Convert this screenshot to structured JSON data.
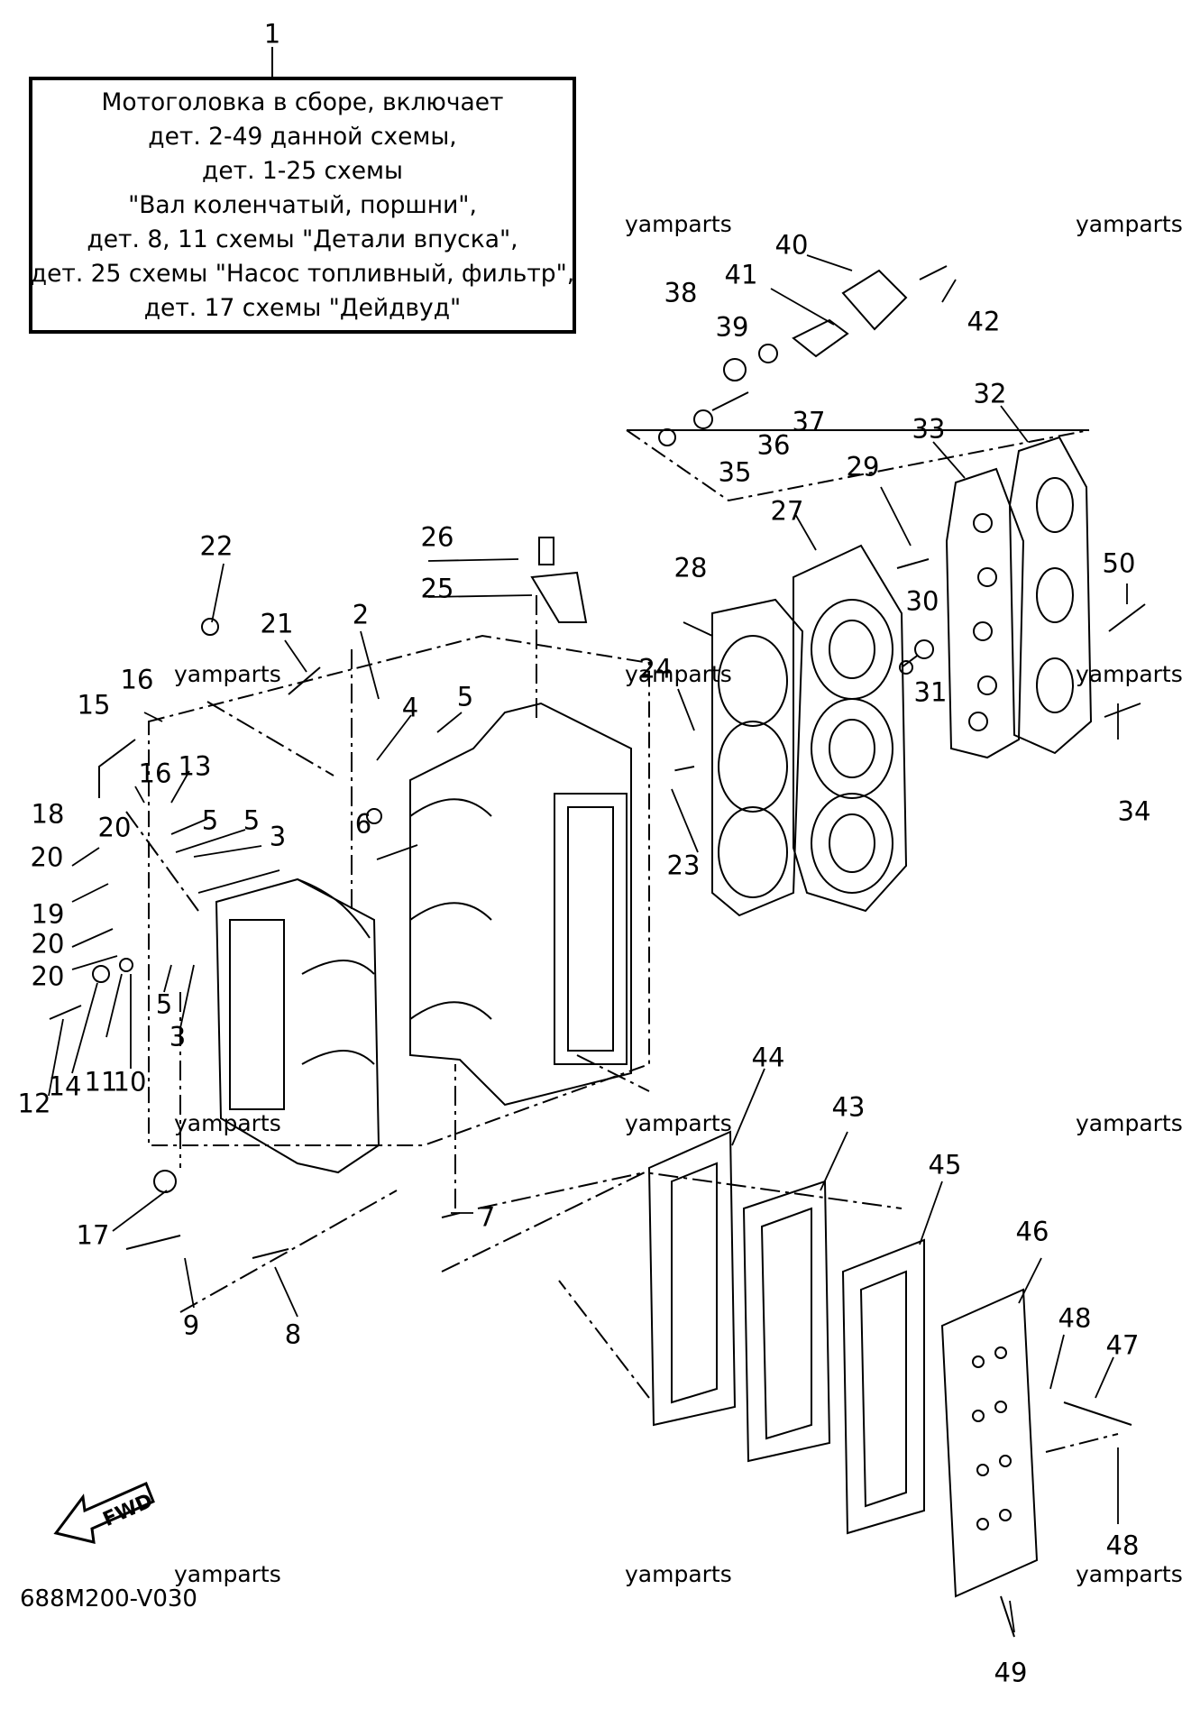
{
  "assembly_callout": "1",
  "note_lines": [
    "Мотоголовка в сборе, включает",
    "дет. 2-49 данной схемы,",
    "дет. 1-25 схемы",
    "\"Вал коленчатый, поршни\",",
    "дет. 8, 11 схемы \"Детали впуска\",",
    "дет. 25 схемы \"Насос топливный, фильтр\",",
    "дет. 17 схемы \"Дейдвуд\""
  ],
  "watermark": "yamparts",
  "drawing_code": "688M200-V030",
  "fwd_label": "FWD",
  "callouts": [
    "2",
    "3",
    "3",
    "4",
    "5",
    "5",
    "5",
    "5",
    "6",
    "7",
    "8",
    "9",
    "10",
    "11",
    "12",
    "13",
    "14",
    "15",
    "16",
    "16",
    "17",
    "18",
    "19",
    "20",
    "20",
    "20",
    "20",
    "20",
    "21",
    "22",
    "23",
    "24",
    "25",
    "26",
    "27",
    "28",
    "29",
    "30",
    "31",
    "32",
    "33",
    "34",
    "35",
    "36",
    "37",
    "38",
    "39",
    "40",
    "41",
    "42",
    "43",
    "44",
    "45",
    "46",
    "47",
    "48",
    "48",
    "49",
    "50"
  ],
  "icons": {
    "fwd_arrow": "fwd-arrow-icon"
  }
}
